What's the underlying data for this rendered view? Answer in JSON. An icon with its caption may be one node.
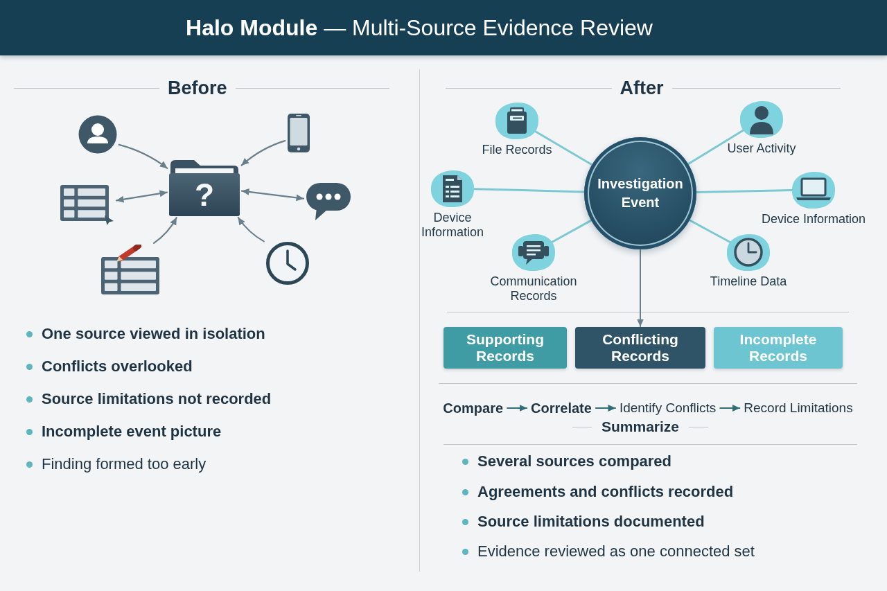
{
  "diagram": {
    "title": "**Halo Module** — Multi-Source Evidence Review",
    "nodes": [
      {
        "text": [],
        "shape": "person"
      },
      {
        "text": [],
        "shape": "phone"
      },
      {
        "text": [],
        "shape": "table"
      },
      {
        "text": [
          "?"
        ]
      },
      {
        "text": [],
        "shape": "bubble"
      },
      {
        "text": [],
        "shape": "table"
      },
      {
        "text": [],
        "shape": "clock"
      },
      {
        "text": [
          "File Records"
        ]
      },
      {
        "text": [
          "Investigation Event"
        ]
      },
      {
        "text": [
          "User Activity"
        ]
      },
      {
        "text": [
          "Device Information"
        ]
      },
      {
        "text": [
          "Device Information"
        ]
      },
      {
        "text": [
          "Communication Records"
        ]
      },
      {
        "text": [
          "Timeline Data"
        ]
      },
      {
        "text": [
          "Supporting Records"
        ]
      },
      {
        "text": [
          "Conflicting Records"
        ]
      },
      {
        "text": [
          "Incomplete Records"
        ]
      },
      {
        "text": [
          "Compare"
        ]
      },
      {
        "text": [
          "Correlate"
        ]
      },
      {
        "text": [
          "Identify Conflicts"
        ]
      },
      {
        "text": [
          "Record Limitations"
        ]
      }
    ],
    "edges": [
      {
        "from": 0,
        "to": 3,
        "arrow": "to"
      },
      {
        "from": 1,
        "to": 3,
        "arrow": "to"
      },
      {
        "from": 2,
        "to": 3,
        "arrow": "both"
      },
      {
        "from": 4,
        "to": 3,
        "arrow": "both"
      },
      {
        "from": 5,
        "to": 3,
        "arrow": "to"
      },
      {
        "from": 6,
        "to": 3,
        "arrow": "to"
      },
      {
        "from": 7,
        "to": 8,
        "arrow": "none",
        "color": "#7cc9d4"
      },
      {
        "from": 9,
        "to": 8,
        "arrow": "none",
        "color": "#7cc9d4"
      },
      {
        "from": 10,
        "to": 8,
        "arrow": "none",
        "color": "#7cc9d4"
      },
      {
        "from": 11,
        "to": 8,
        "arrow": "none",
        "color": "#7cc9d4"
      },
      {
        "from": 12,
        "to": 8,
        "arrow": "none",
        "color": "#7cc9d4"
      },
      {
        "from": 13,
        "to": 8,
        "arrow": "none",
        "color": "#7cc9d4"
      },
      {
        "from": 8,
        "to": 15,
        "arrow": "to"
      },
      {
        "from": 17,
        "to": 18,
        "arrow": "to",
        "color": "#2f7078"
      },
      {
        "from": 18,
        "to": 19,
        "arrow": "to",
        "color": "#2f7078"
      },
      {
        "from": 19,
        "to": 20,
        "arrow": "to",
        "color": "#2f7078"
      }
    ],
    "labels": [
      "Before",
      "One source viewed in isolation",
      "Conflicts overlooked",
      "Source limitations not recorded",
      "Incomplete event picture",
      "Finding formed too early",
      "After",
      "Summarize",
      "Several sources compared",
      "Agreements and conflicts recorded",
      "Source limitations documented",
      "Evidence reviewed as one connected set"
    ]
  }
}
